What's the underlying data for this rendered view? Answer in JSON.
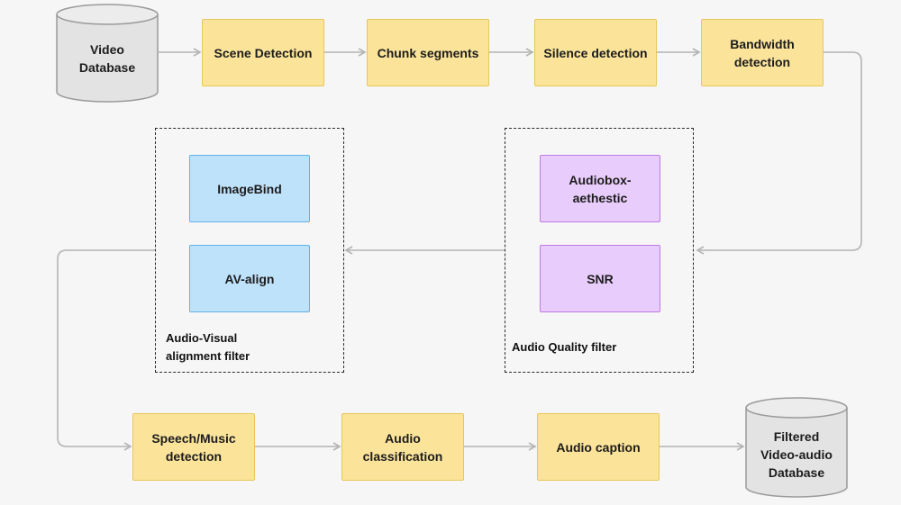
{
  "colors": {
    "process_fill": "#fbe49a",
    "audio_visual_fill": "#bfe2fb",
    "audio_quality_fill": "#e8ccfb",
    "database_fill": "#e3e3e3",
    "arrow": "#b4b4b4"
  },
  "databases": {
    "source": "Video\nDatabase",
    "output": "Filtered\nVideo-audio\nDatabase"
  },
  "steps": {
    "scene_detection": "Scene Detection",
    "chunk_segments": "Chunk segments",
    "silence_detection": "Silence detection",
    "bandwidth_detection": "Bandwidth\ndetection",
    "speech_music_detection": "Speech/Music\ndetection",
    "audio_classification": "Audio\nclassification",
    "audio_caption": "Audio caption"
  },
  "audio_visual_filter": {
    "label": "Audio-Visual\nalignment filter",
    "items": [
      "ImageBind",
      "AV-align"
    ]
  },
  "audio_quality_filter": {
    "label": "Audio Quality filter",
    "items": [
      "Audiobox-\naethestic",
      "SNR"
    ]
  }
}
